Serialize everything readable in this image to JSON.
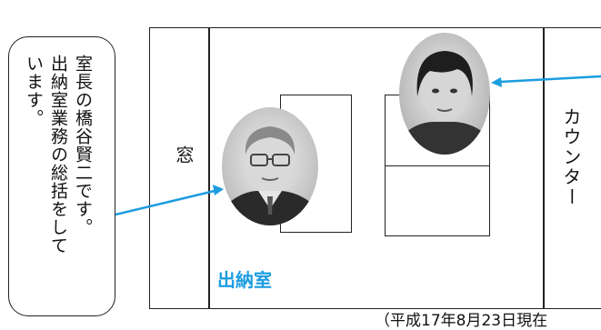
{
  "callout": {
    "text": "室長の橋谷賢二です。\n出納室業務の総括をして\nいます。"
  },
  "floor_plan": {
    "window_label": "窓",
    "counter_label": "カウンター",
    "room_label": "出納室"
  },
  "note": {
    "date": "（平成17年8月23日現在"
  },
  "colors": {
    "accent": "#1c9de0",
    "line": "#222222"
  }
}
